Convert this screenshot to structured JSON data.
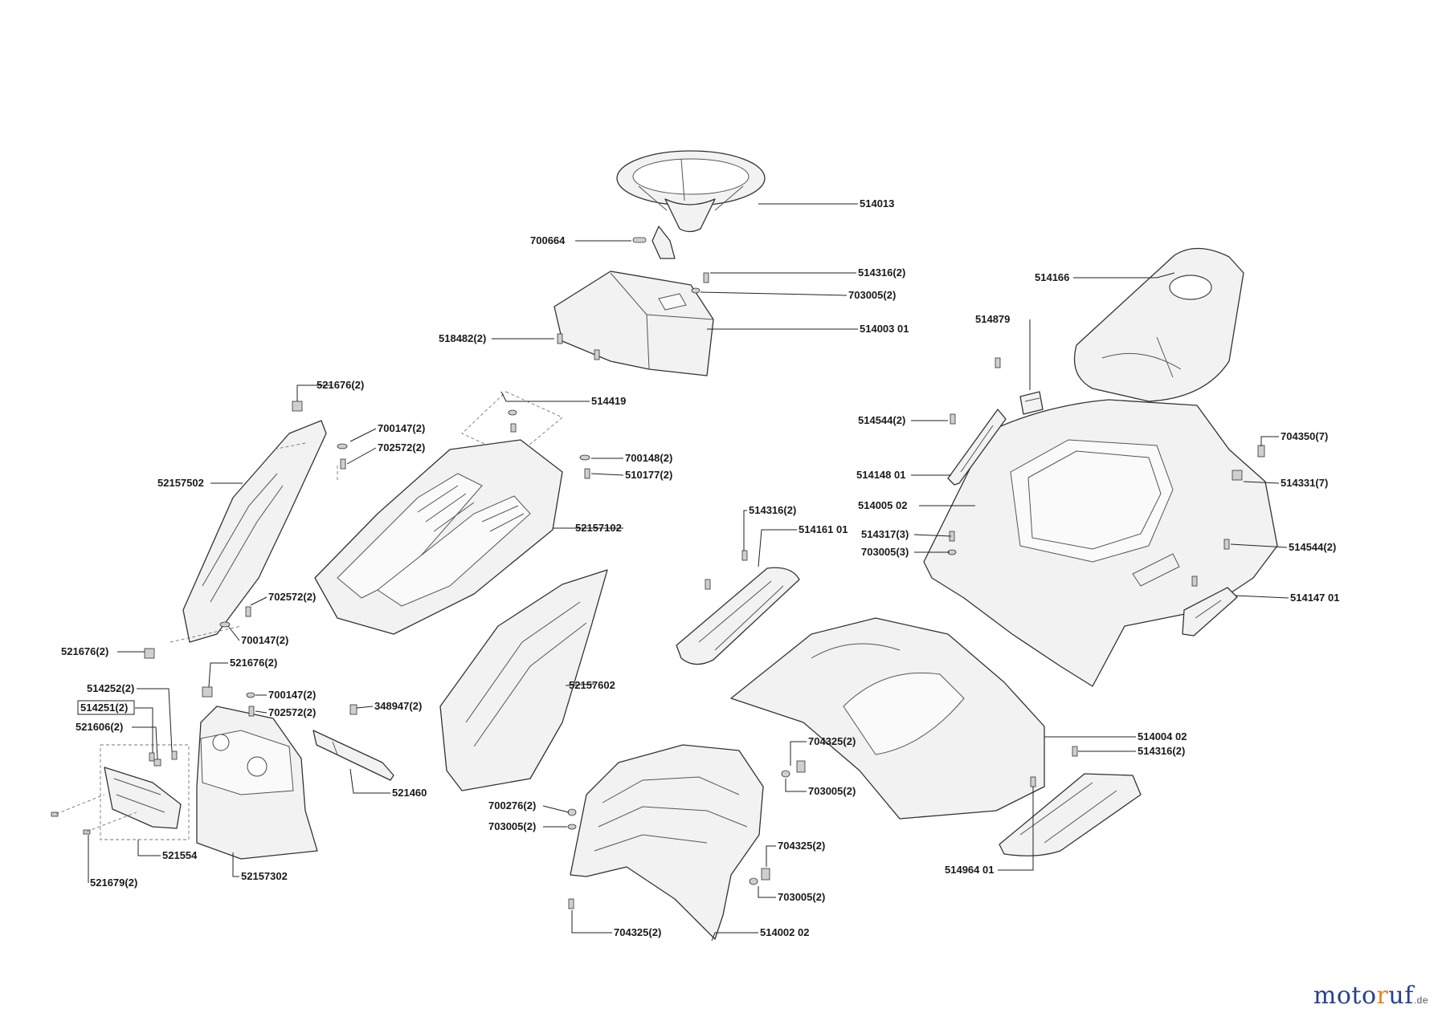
{
  "labels": [
    {
      "id": "l01",
      "text": "514013"
    },
    {
      "id": "l02",
      "text": "700664"
    },
    {
      "id": "l03",
      "text": "514316(2)"
    },
    {
      "id": "l04",
      "text": "703005(2)"
    },
    {
      "id": "l05",
      "text": "514003 01"
    },
    {
      "id": "l06",
      "text": "518482(2)"
    },
    {
      "id": "l07",
      "text": "514166"
    },
    {
      "id": "l08",
      "text": "514879"
    },
    {
      "id": "l09",
      "text": "521676(2)"
    },
    {
      "id": "l10",
      "text": "514419"
    },
    {
      "id": "l11",
      "text": "700147(2)"
    },
    {
      "id": "l12",
      "text": "702572(2)"
    },
    {
      "id": "l13",
      "text": "700148(2)"
    },
    {
      "id": "l14",
      "text": "510177(2)"
    },
    {
      "id": "l15",
      "text": "52157502"
    },
    {
      "id": "l16",
      "text": "514544(2)"
    },
    {
      "id": "l17",
      "text": "514148 01"
    },
    {
      "id": "l18",
      "text": "704350(7)"
    },
    {
      "id": "l19",
      "text": "514331(7)"
    },
    {
      "id": "l20",
      "text": "514005 02"
    },
    {
      "id": "l21",
      "text": "52157102"
    },
    {
      "id": "l22",
      "text": "514316(2)"
    },
    {
      "id": "l23",
      "text": "514161 01"
    },
    {
      "id": "l24",
      "text": "514317(3)"
    },
    {
      "id": "l25",
      "text": "703005(3)"
    },
    {
      "id": "l26",
      "text": "514544(2)"
    },
    {
      "id": "l27",
      "text": "514147 01"
    },
    {
      "id": "l28",
      "text": "702572(2)"
    },
    {
      "id": "l29",
      "text": "700147(2)"
    },
    {
      "id": "l30",
      "text": "521676(2)"
    },
    {
      "id": "l31",
      "text": "521676(2)"
    },
    {
      "id": "l32",
      "text": "514252(2)"
    },
    {
      "id": "l33",
      "text": "700147(2)"
    },
    {
      "id": "l34",
      "text": "514251(2)"
    },
    {
      "id": "l35",
      "text": "702572(2)"
    },
    {
      "id": "l36",
      "text": "348947(2)"
    },
    {
      "id": "l37",
      "text": "521606(2)"
    },
    {
      "id": "l38",
      "text": "52157602"
    },
    {
      "id": "l39",
      "text": "514004 02"
    },
    {
      "id": "l40",
      "text": "514316(2)"
    },
    {
      "id": "l41",
      "text": "704325(2)"
    },
    {
      "id": "l42",
      "text": "703005(2)"
    },
    {
      "id": "l43",
      "text": "521460"
    },
    {
      "id": "l44",
      "text": "700276(2)"
    },
    {
      "id": "l45",
      "text": "703005(2)"
    },
    {
      "id": "l46",
      "text": "521554"
    },
    {
      "id": "l47",
      "text": "52157302"
    },
    {
      "id": "l48",
      "text": "521679(2)"
    },
    {
      "id": "l49",
      "text": "704325(2)"
    },
    {
      "id": "l50",
      "text": "703005(2)"
    },
    {
      "id": "l51",
      "text": "514964 01"
    },
    {
      "id": "l52",
      "text": "704325(2)"
    },
    {
      "id": "l53",
      "text": "514002 02"
    }
  ],
  "watermark": {
    "part1": "moto",
    "part2": "r",
    "part3": "uf",
    "tld": ".de"
  }
}
